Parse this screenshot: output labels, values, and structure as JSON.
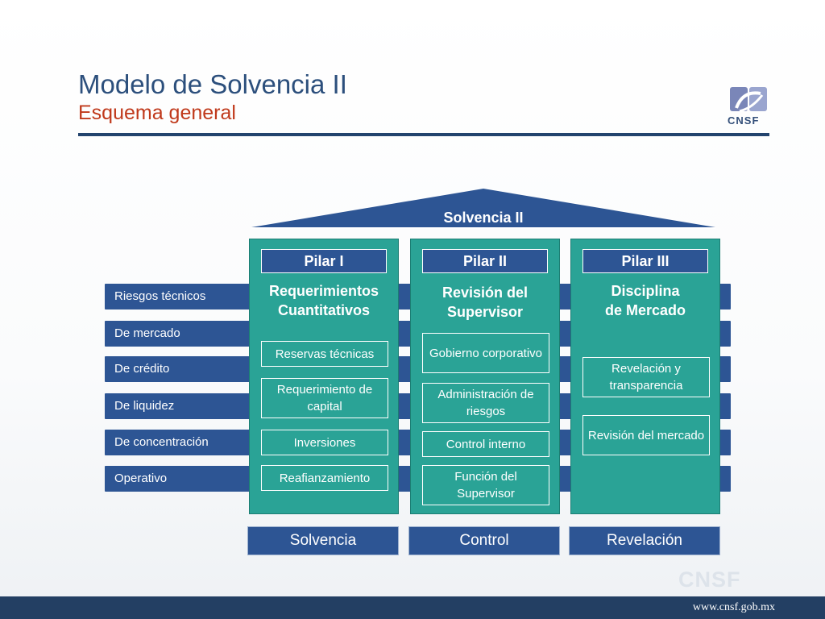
{
  "header": {
    "title": "Modelo de Solvencia II",
    "subtitle": "Esquema general",
    "logo_text": "CNSF"
  },
  "roof": {
    "label": "Solvencia II"
  },
  "risks": [
    "Riesgos técnicos",
    "De mercado",
    "De crédito",
    "De liquidez",
    "De concentración",
    "Operativo"
  ],
  "pillars": [
    {
      "head": "Pilar I",
      "title_lines": [
        "Requerimientos",
        "Cuantitativos"
      ],
      "items": [
        "Reservas técnicas",
        "Requerimiento de capital",
        "Inversiones",
        "Reafianzamiento"
      ]
    },
    {
      "head": "Pilar II",
      "title_lines": [
        "Revisión del",
        "Supervisor"
      ],
      "items": [
        "Gobierno corporativo",
        "Administración de riesgos",
        "Control interno",
        "Función del Supervisor"
      ]
    },
    {
      "head": "Pilar III",
      "title_lines": [
        "Disciplina",
        "de Mercado"
      ],
      "items": [
        "Revelación y transparencia",
        "Revisión del mercado"
      ]
    }
  ],
  "footer": [
    "Solvencia",
    "Control",
    "Revelación"
  ],
  "watermark": "CNSF",
  "url": "www.cnsf.gob.mx",
  "colors": {
    "navy": "#2d5594",
    "teal": "#2aa396",
    "title": "#2c4f7c",
    "subtitle": "#c0391b"
  }
}
